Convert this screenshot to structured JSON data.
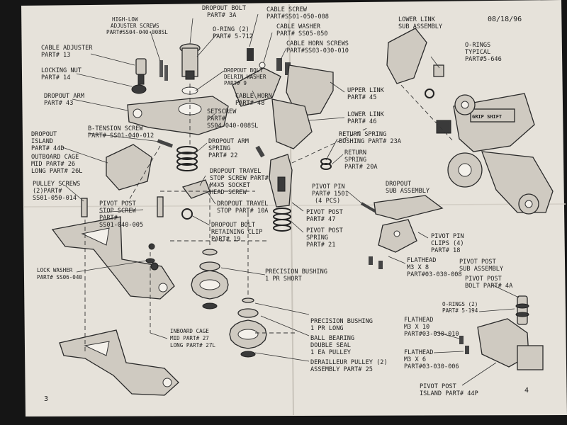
{
  "header": {
    "date": "08/18/96"
  },
  "page_numbers": {
    "left": "3",
    "right": "4"
  },
  "labels": {
    "dropout_bolt": [
      "DROPOUT BOLT",
      "PART# 3A"
    ],
    "high_low": [
      "HIGH-LOW",
      "ADJUSTER SCREWS",
      "PART#SS04-040-008SL"
    ],
    "o_ring_2": [
      "O-RING (2)",
      "PART# 5-712"
    ],
    "cable_screw": [
      "CABLE SCREW",
      "PART#SS01-050-008"
    ],
    "cable_washer": [
      "CABLE WASHER",
      "PART# SS05-050"
    ],
    "cable_horn_screws": [
      "CABLE HORN SCREWS",
      "PART#SS03-030-010"
    ],
    "lower_link_sub": [
      "LOWER LINK",
      "SUB ASSEMBLY"
    ],
    "o_rings_typical": [
      "O-RINGS",
      "TYPICAL",
      "PART#5-646"
    ],
    "cable_adjuster": [
      "CABLE ADJUSTER",
      "PART# 13"
    ],
    "locking_nut": [
      "LOCKING NUT",
      "PART# 14"
    ],
    "dropout_bolt_washer": [
      "DROPOUT BOLT",
      "DELRIN WASHER",
      "PART# 9"
    ],
    "dropout_arm": [
      "DROPOUT ARM",
      "PART# 43"
    ],
    "upper_link": [
      "UPPER LINK",
      "PART# 45"
    ],
    "cable_horn": [
      "CABLE HORN",
      "PART# 48"
    ],
    "lower_link": [
      "LOWER LINK",
      "PART# 46"
    ],
    "setscrew": [
      "SETSCREW",
      "PART#",
      "SS04-040-008SL"
    ],
    "b_tension": [
      "B-TENSION SCREW",
      "PART# SS01-040-012"
    ],
    "dropout_island": [
      "DROPOUT",
      "ISLAND",
      "PART# 44D"
    ],
    "outboard_cage": [
      "OUTBOARD CAGE",
      "MID PART# 26",
      "LONG PART# 26L"
    ],
    "dropout_arm_spring": [
      "DROPOUT ARM",
      "SPRING",
      "PART# 22"
    ],
    "return_spring_bushing": [
      "RETURN SPRING",
      "BUSHING PART# 23A"
    ],
    "return_spring": [
      "RETURN",
      "SPRING",
      "PART# 20A"
    ],
    "dropout_travel_screw": [
      "DROPOUT TRAVEL",
      "STOP SCREW PART#",
      "M4X5 SOCKET",
      "HEAD SCREW"
    ],
    "pulley_screws": [
      "PULLEY SCREWS",
      "(2)PART#",
      "SS01-050-014"
    ],
    "dropout_travel_stop": [
      "DROPOUT TRAVEL",
      "STOP PART# 10A"
    ],
    "pivot_pin": [
      "PIVOT PIN",
      "PART# 1501",
      "(4 PCS)"
    ],
    "dropout_sub": [
      "DROPOUT",
      "SUB ASSEMBLY"
    ],
    "pivot_post_stop": [
      "PIVOT POST",
      "STOP SCREW",
      "PART#",
      "SS01-040-005"
    ],
    "pivot_post_47": [
      "PIVOT POST",
      "PART# 47"
    ],
    "dropout_bolt_clip": [
      "DROPOUT BOLT",
      "RETAINING CLIP",
      "PART# 19"
    ],
    "pivot_post_spring": [
      "PIVOT POST",
      "SPRING",
      "PART# 21"
    ],
    "pivot_pin_clips": [
      "PIVOT PIN",
      "CLIPS (4)",
      "PART# 18"
    ],
    "lock_washer": [
      "LOCK WASHER",
      "PART# SS06-040"
    ],
    "precision_short": [
      "PRECISION BUSHING",
      "1 PR SHORT"
    ],
    "flathead_8": [
      "FLATHEAD",
      "M3 X 8",
      "PART#03-030-008"
    ],
    "pivot_post_sub": [
      "PIVOT POST",
      "SUB ASSEMBLY"
    ],
    "pivot_post_bolt": [
      "PIVOT POST",
      "BOLT PART# 4A"
    ],
    "o_rings_2_194": [
      "O-RINGS (2)",
      "PART# 5-194"
    ],
    "precision_long": [
      "PRECISION BUSHING",
      "1 PR LONG"
    ],
    "ball_bearing": [
      "BALL BEARING",
      "DOUBLE SEAL",
      "1 EA PULLEY"
    ],
    "flathead_10": [
      "FLATHEAD",
      "M3 X 10",
      "PART#03-030-010"
    ],
    "inboard_cage": [
      "INBOARD CAGE",
      "MID PART# 27",
      "LONG PART# 27L"
    ],
    "derailleur_pulley": [
      "DERAILLEUR PULLEY (2)",
      "ASSEMBLY PART# 25"
    ],
    "flathead_6": [
      "FLATHEAD",
      "M3 X 6",
      "PART#03-030-006"
    ],
    "pivot_post_island": [
      "PIVOT POST",
      "ISLAND PART# 44P"
    ]
  },
  "derailleur_brand_text": "GRIP SHIFT",
  "colors": {
    "paper": "#e6e2da",
    "ink": "#1e1e1e",
    "background": "#1a1a1a"
  }
}
